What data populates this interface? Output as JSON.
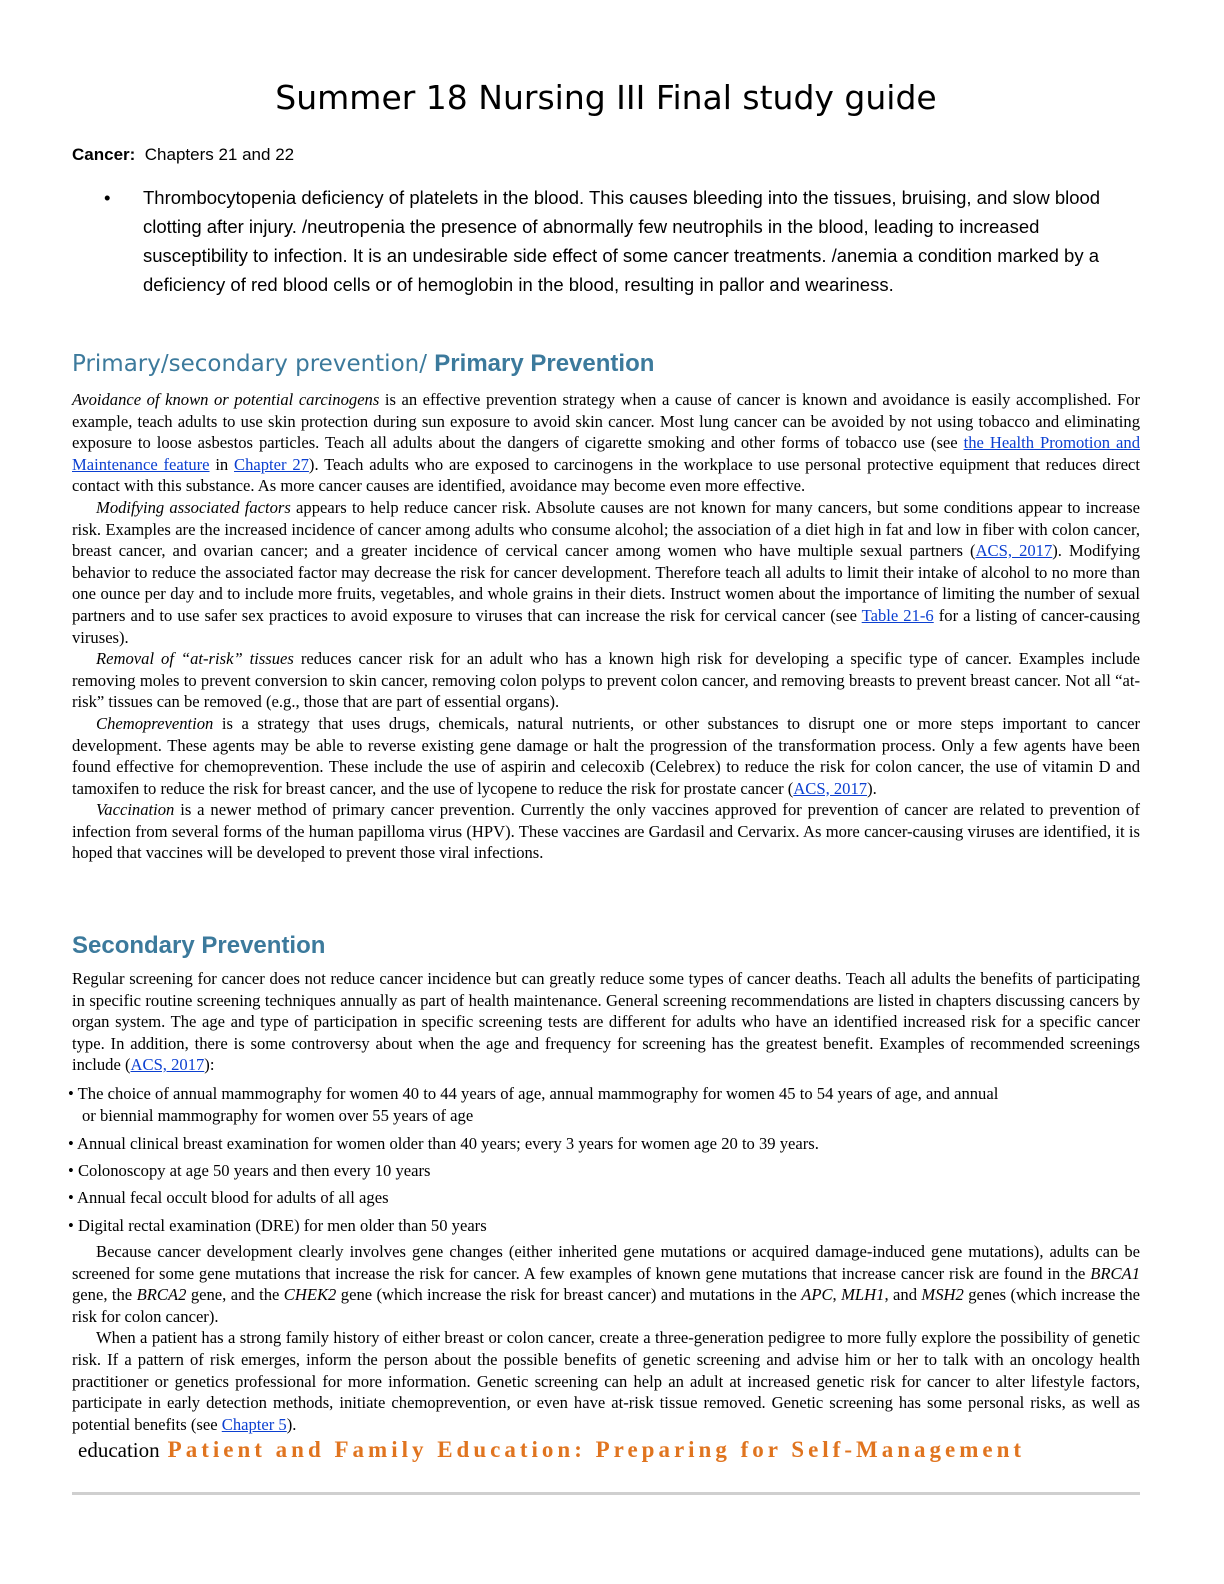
{
  "title": "Summer 18 Nursing III Final study guide",
  "cancer_label": "Cancer:",
  "cancer_chapters": "Chapters 21 and 22",
  "bullet_dot": "•",
  "bullet1": "Thrombocytopenia deficiency of platelets in the blood. This causes bleeding into the tissues, bruising, and slow blood clotting after injury. /neutropenia the presence of abnormally few neutrophils in the blood, leading to increased susceptibility to infection. It is an undesirable side effect of some cancer treatments. /anemia a condition marked by a deficiency of red blood cells or of hemoglobin in the blood, resulting in pallor and weariness.",
  "primary_heading_pre": "Primary/secondary prevention/ ",
  "primary_heading_bold": "Primary Prevention",
  "primary": {
    "p1_em": "Avoidance of known or potential carcinogens",
    "p1_a": " is an effective prevention strategy when a cause of cancer is known and avoidance is easily accomplished. For example, teach adults to use skin protection during sun exposure to avoid skin cancer. Most lung cancer can be avoided by not using tobacco and eliminating exposure to loose asbestos particles. Teach all adults about the dangers of cigarette smoking and other forms of tobacco use (see ",
    "p1_link1": "the Health Promotion and Maintenance feature",
    "p1_b": " in ",
    "p1_link2": "Chapter 27",
    "p1_c": "). Teach adults who are exposed to carcinogens in the workplace to use personal protective equipment that reduces direct contact with this substance. As more cancer causes are identified, avoidance may become even more effective.",
    "p2_em": "Modifying associated factors",
    "p2_a": " appears to help reduce cancer risk. Absolute causes are not known for many cancers, but some conditions appear to increase risk. Examples are the increased incidence of cancer among adults who consume alcohol; the association of a diet high in fat and low in fiber with colon cancer, breast cancer, and ovarian cancer; and a greater incidence of cervical cancer among women who have multiple sexual partners (",
    "p2_link1": "ACS, 2017",
    "p2_b": "). Modifying behavior to reduce the associated factor may decrease the risk for cancer development. Therefore teach all adults to limit their intake of alcohol to no more than one ounce per day and to include more fruits, vegetables, and whole grains in their diets. Instruct women about the importance of limiting the number of sexual partners and to use safer sex practices to avoid exposure to viruses that can increase the risk for cervical cancer (see ",
    "p2_link2": "Table 21-6",
    "p2_c": " for a listing of cancer-causing viruses).",
    "p3_em": "Removal of “at-risk” tissues",
    "p3_a": " reduces cancer risk for an adult who has a known high risk for developing a specific type of cancer. Examples include removing moles to prevent conversion to skin cancer, removing colon polyps to prevent colon cancer, and removing breasts to prevent breast cancer. Not all “at-risk” tissues can be removed (e.g., those that are part of essential organs).",
    "p4_em": "Chemoprevention",
    "p4_a": " is a strategy that uses drugs, chemicals, natural nutrients, or other substances to disrupt one or more steps important to cancer development. These agents may be able to reverse existing gene damage or halt the progression of the transformation process. Only a few agents have been found effective for chemoprevention. These include the use of aspirin and celecoxib (Celebrex) to reduce the risk for colon cancer, the use of vitamin D and tamoxifen to reduce the risk for breast cancer, and the use of lycopene to reduce the risk for prostate cancer (",
    "p4_link": "ACS, 2017",
    "p4_b": ").",
    "p5_em": "Vaccination",
    "p5_a": " is a newer method of primary cancer prevention. Currently the only vaccines approved for prevention of cancer are related to prevention of infection from several forms of the human papilloma virus (HPV). These vaccines are Gardasil and Cervarix. As more cancer-causing viruses are identified, it is hoped that vaccines will be developed to prevent those viral infections."
  },
  "secondary_heading": "Secondary Prevention",
  "secondary": {
    "intro_a": "Regular screening for cancer does not reduce cancer incidence but can greatly reduce some types of cancer deaths. Teach all adults the benefits of participating in specific routine screening techniques annually as part of health maintenance. General screening recommendations are listed in chapters discussing cancers by organ system. The age and type of participation in specific screening tests are different for adults who have an identified increased risk for a specific cancer type. In addition, there is some controversy about when the age and frequency for screening has the greatest benefit. Examples of recommended screenings include (",
    "intro_link": "ACS, 2017",
    "intro_b": "):",
    "b1_line1": "• The choice of annual mammography for women 40 to 44 years of age, annual mammography for women 45 to 54 years of age, and annual",
    "b1_line2": "or biennial mammography for women over 55 years of age",
    "b2": "• Annual clinical breast examination for women older than 40 years; every 3 years for women age 20 to 39 years.",
    "b3": "• Colonoscopy at age 50 years and then every 10 years",
    "b4": "• Annual fecal occult blood for adults of all ages",
    "b5": "• Digital rectal examination (DRE) for men older than 50 years",
    "g_a": "Because cancer development clearly involves gene changes (either inherited gene mutations or acquired damage-induced gene mutations), adults can be screened for some gene mutations that increase the risk for cancer. A few examples of known gene mutations that increase cancer risk are found in the ",
    "g_brca1": "BRCA1",
    "g_b": " gene, the ",
    "g_brca2": "BRCA2",
    "g_c": " gene, and the ",
    "g_chek2": "CHEK2",
    "g_d": " gene (which increase the risk for breast cancer) and mutations in the ",
    "g_apc": "APC",
    "g_e": ", ",
    "g_mlh1": "MLH1",
    "g_f": ", and ",
    "g_msh2": "MSH2",
    "g_g": " genes (which increase the risk for colon cancer).",
    "f_a": "When a patient has a strong family history of either breast or colon cancer, create a three-generation pedigree to more fully explore the possibility of genetic risk. If a pattern of risk emerges, inform the person about the possible benefits of genetic screening and advise him or her to talk with an oncology health practitioner or genetics professional for more information. Genetic screening can help an adult at increased genetic risk for cancer to alter lifestyle factors, participate in early detection methods, initiate chemoprevention, or even have at-risk tissue removed. Genetic screening has some personal risks, as well as potential benefits (see ",
    "f_link": "Chapter 5",
    "f_b": ")."
  },
  "education_pre": "education",
  "education_heading": "Patient and Family Education: Preparing for Self-Management"
}
